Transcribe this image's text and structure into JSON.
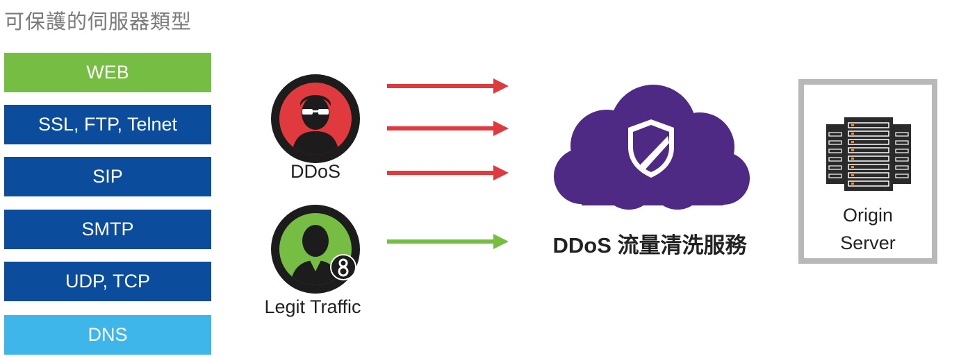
{
  "heading": "可保護的伺服器類型",
  "server_types": [
    {
      "label": "WEB",
      "color": "#76bd43"
    },
    {
      "label": "SSL, FTP, Telnet",
      "color": "#0b4d9c"
    },
    {
      "label": "SIP",
      "color": "#0b4d9c"
    },
    {
      "label": "SMTP",
      "color": "#0b4d9c"
    },
    {
      "label": "UDP, TCP",
      "color": "#0b4d9c"
    },
    {
      "label": "DNS",
      "color": "#3fb6ea"
    }
  ],
  "attackers": {
    "ddos_label": "DDoS",
    "ddos_color": "#e03a3e",
    "legit_label": "Legit Traffic",
    "legit_color": "#76bd43"
  },
  "cloud": {
    "label": "DDoS 流量清洗服務",
    "color": "#4e2a84"
  },
  "origin": {
    "line1": "Origin",
    "line2": "Server"
  }
}
